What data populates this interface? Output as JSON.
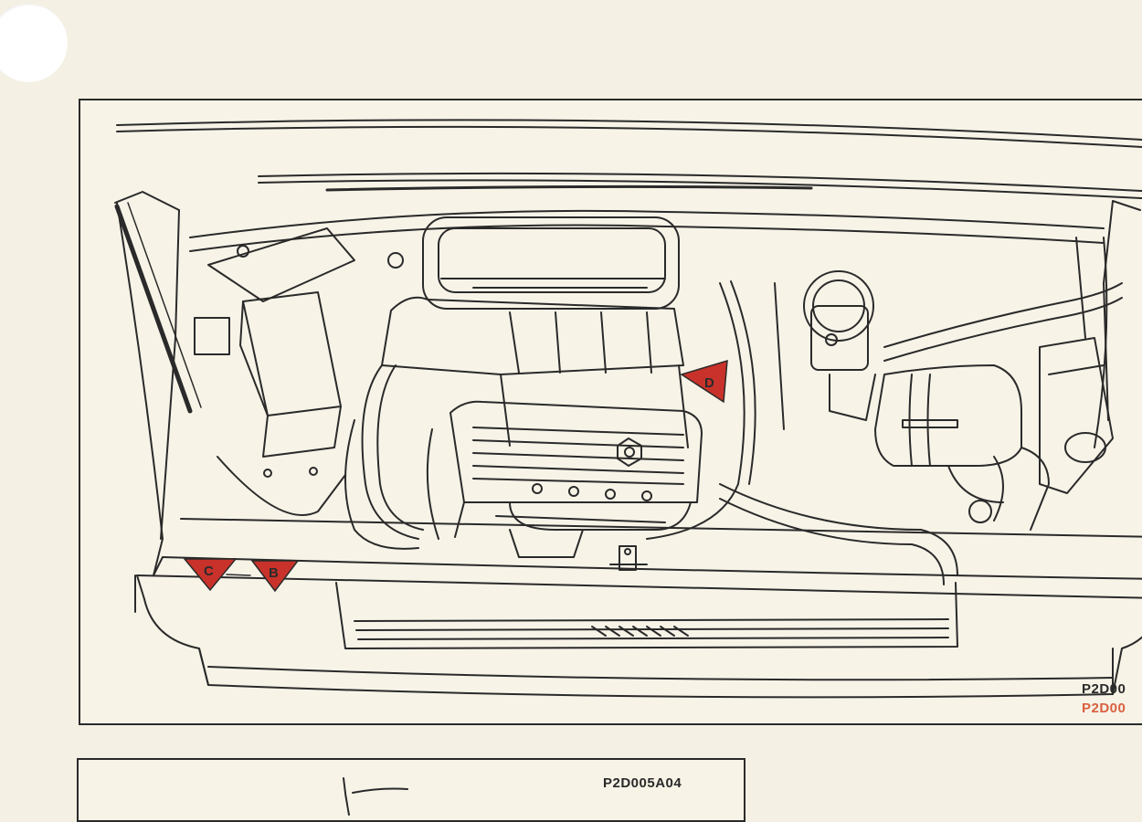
{
  "figure_main": {
    "code_black": "P2D00",
    "code_red": "P2D00",
    "markers": [
      {
        "id": "marker-c",
        "letter": "C"
      },
      {
        "id": "marker-b",
        "letter": "B"
      },
      {
        "id": "marker-d",
        "letter": "D"
      }
    ]
  },
  "figure_second": {
    "code": "P2D005A04"
  },
  "colors": {
    "paper": "#f4f0e3",
    "line": "#2a2a2a",
    "marker_fill": "#c8322a",
    "code_red": "#d9603f"
  }
}
